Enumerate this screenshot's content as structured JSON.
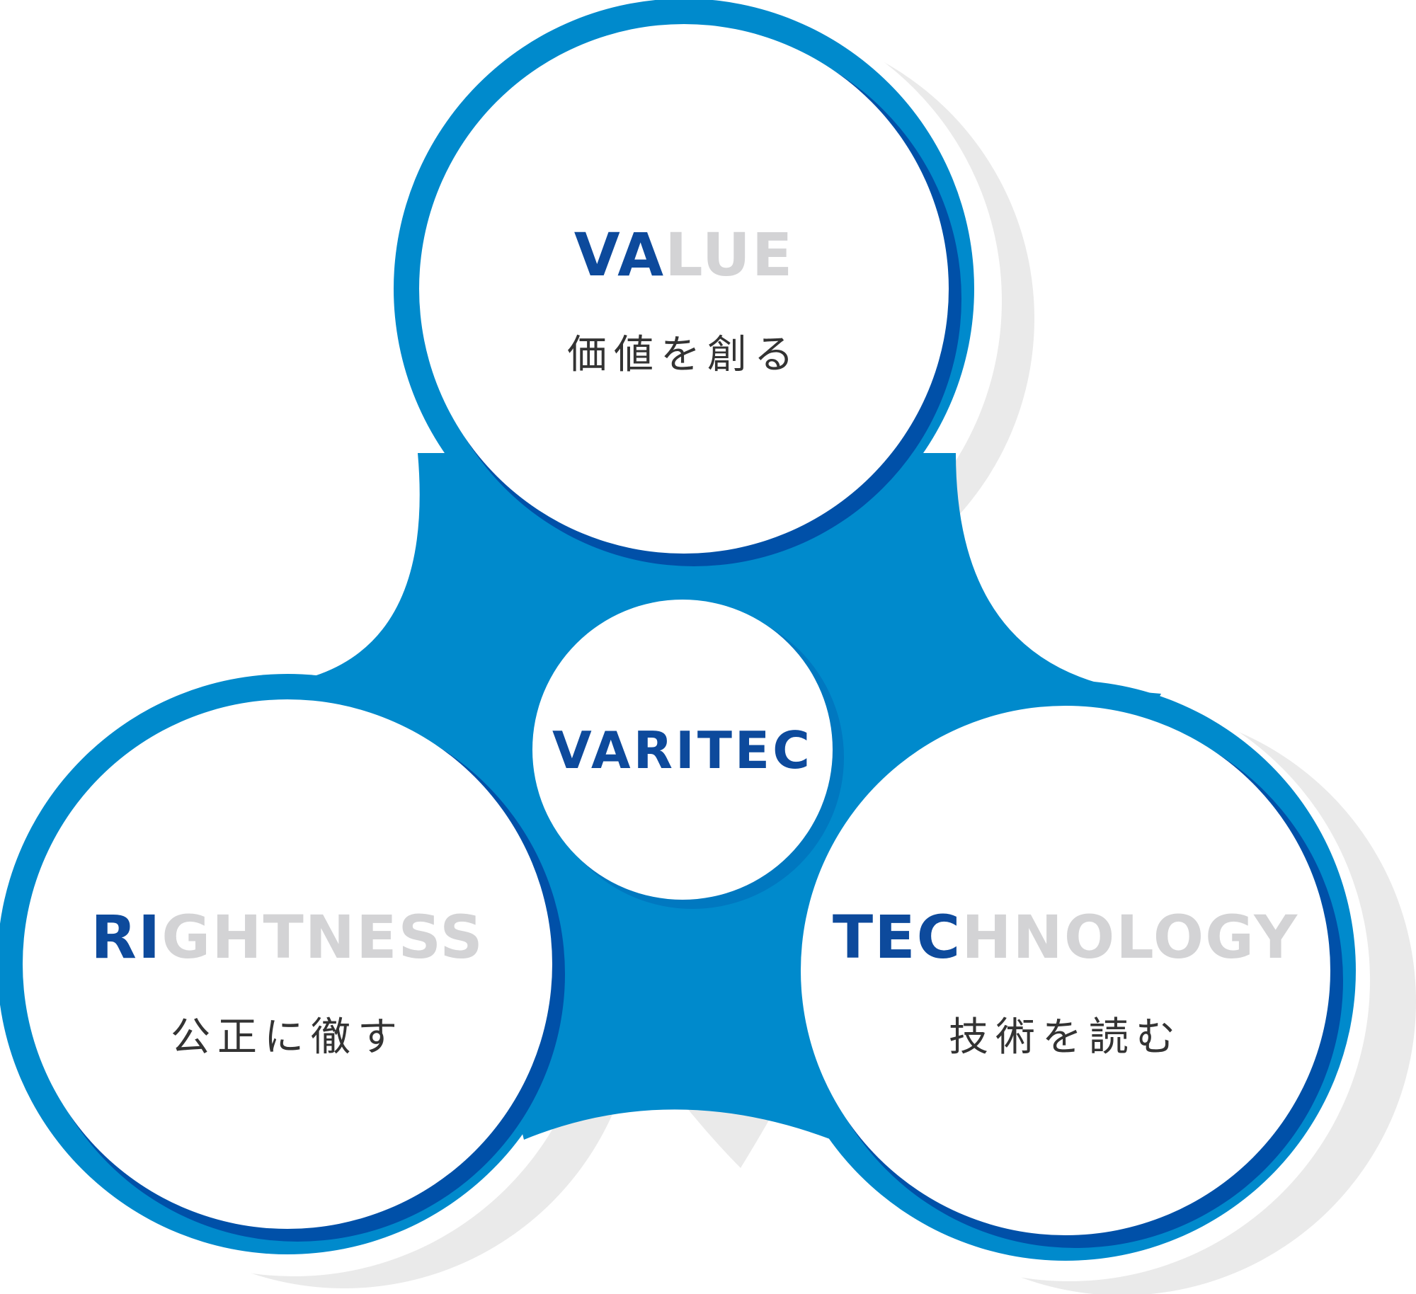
{
  "diagram": {
    "title": "VARITEC",
    "colors": {
      "outer_blue": "#008acc",
      "rim_dark_blue": "#0050a8",
      "text_highlight": "#0d4a9c",
      "text_muted": "#d3d3d5",
      "text_jp": "#333333",
      "shadow": "#eaeaea",
      "circle_fill": "#ffffff"
    },
    "center": {
      "label": "VARITEC"
    },
    "nodes": [
      {
        "id": "value",
        "highlight": "VA",
        "rest": "LUE",
        "subtitle": "価値を創る"
      },
      {
        "id": "rightness",
        "highlight": "RI",
        "rest": "GHTNESS",
        "subtitle": "公正に徹す"
      },
      {
        "id": "technology",
        "highlight": "TEC",
        "rest": "HNOLOGY",
        "subtitle": "技術を読む"
      }
    ]
  }
}
